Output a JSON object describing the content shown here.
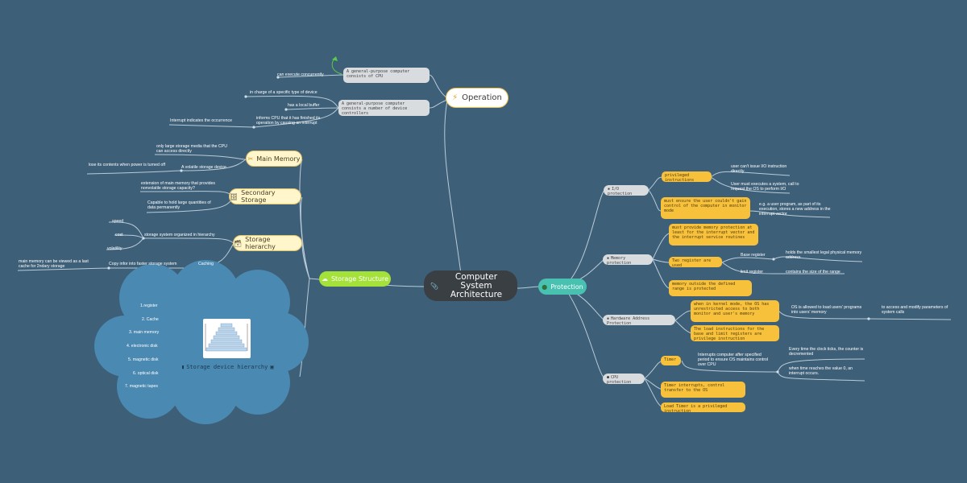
{
  "central": {
    "icon": "📎",
    "title": "Computer System Architecture"
  },
  "operation": {
    "title": "Operation",
    "icon": "⚡",
    "cpu_box": "A general-purpose computer consists of CPU",
    "controllers_box": "A general-purpose computer consists a number of device controllers",
    "can_execute": "can execute concurrently",
    "in_charge": "in charge of a specific type of device",
    "local_buffer": "has a local buffer",
    "informs_cpu": "informs CPU that it has finished its operation by causing an interrupt",
    "interrupt_indicates": "Interrupt indicates the occurrence"
  },
  "storage": {
    "title": "Storage Structure",
    "icon": "☁",
    "main_memory": {
      "title": "Main Memory",
      "icon": "✂",
      "only_large": "only large storage media that the CPU can access directly",
      "volatile": "A volatile storage device",
      "lose": "lose its contents when power is turned off"
    },
    "secondary": {
      "title": "Secondary Storage",
      "icon": "🗄",
      "extension": "extension of main memory that provides nonvolatile storage capacity?",
      "capable": "Capable to hold large quantities of data permanently"
    },
    "hierarchy": {
      "title": "Storage hierarchy",
      "icon": "🗃",
      "speed": "speed",
      "cost": "cost",
      "volatility": "volatility",
      "organized": "storage system organized in hierarchy",
      "caching": "Caching",
      "copy_info": "Copy infor into faster storage system",
      "main_memory_cache": "main memory can be viewed as a last cache for 2ndary storage"
    },
    "cloud": {
      "title": "Storage device hierarchy",
      "icon_left": "▮",
      "icon_right": "▣",
      "items": [
        "1.register",
        "2. Cache",
        "3. main memory",
        "4. electronic disk",
        "5. magnetic disk",
        "6. optical disk",
        "7. magnetic tapes"
      ]
    }
  },
  "protection": {
    "title": "Protection",
    "icon": "●",
    "io": {
      "title": "I/O protection",
      "icon": "▪",
      "privileged": "privileged instructions",
      "user_cant": "user can't issue I/O instruction directly",
      "user_must": "User must executes a system, call to request the OS to perform I/O",
      "must_ensure": "must ensure the user couldn't gain control of the computer in monitor mode",
      "eg": "e.g. a user program, as part of its execution, stores a new address in the interrupt vector"
    },
    "memory": {
      "title": "Memory protection",
      "icon": "▪",
      "must_provide": "must provide memory protection at least for the interrupt vector and the interrupt service routines",
      "two_register": "Two register are used",
      "base_register": "Base register",
      "holds_smallest": "holds the smallest legal physical memory address",
      "limit_register": "limit register",
      "contains_size": "contains the size of the range",
      "memory_outside": "memory outside the defined range is protected"
    },
    "hardware": {
      "title": "Hardware Address Protection",
      "icon": "▪",
      "kernel_mode": "when in kernel mode, the OS has unrestricted access to both monitor and user's memory",
      "allowed": "OS is allowed to load users' programs into users' memory",
      "access_modify": "to access and modify parameters of system calls",
      "load_instructions": "The load instructions for the base and limit registers are privilege instruction"
    },
    "cpu": {
      "title": "CPU protection",
      "icon": "●",
      "timer": "Timer",
      "interrupts_computer": "Interrupts computer after specified period to ensure OS maintains control over CPU",
      "every_time": "Every time the clock ticks, the counter is decremented",
      "when_time": "when time reaches the value 0, an interrupt occurs.",
      "timer_interrupts": "Timer interrupts, control transfer to the OS",
      "load_timer": "Load Timer is a privileged instruction"
    }
  }
}
